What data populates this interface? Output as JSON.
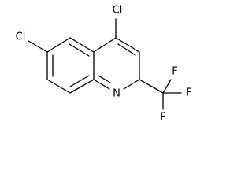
{
  "molecule": {
    "atoms": {
      "cl4": "Cl",
      "cl6": "Cl",
      "n1": "N",
      "f_top": "F",
      "f_right": "F",
      "f_bottom": "F"
    }
  },
  "colors": {
    "bond": "#000000",
    "label": "#000000",
    "background": "#ffffff"
  }
}
